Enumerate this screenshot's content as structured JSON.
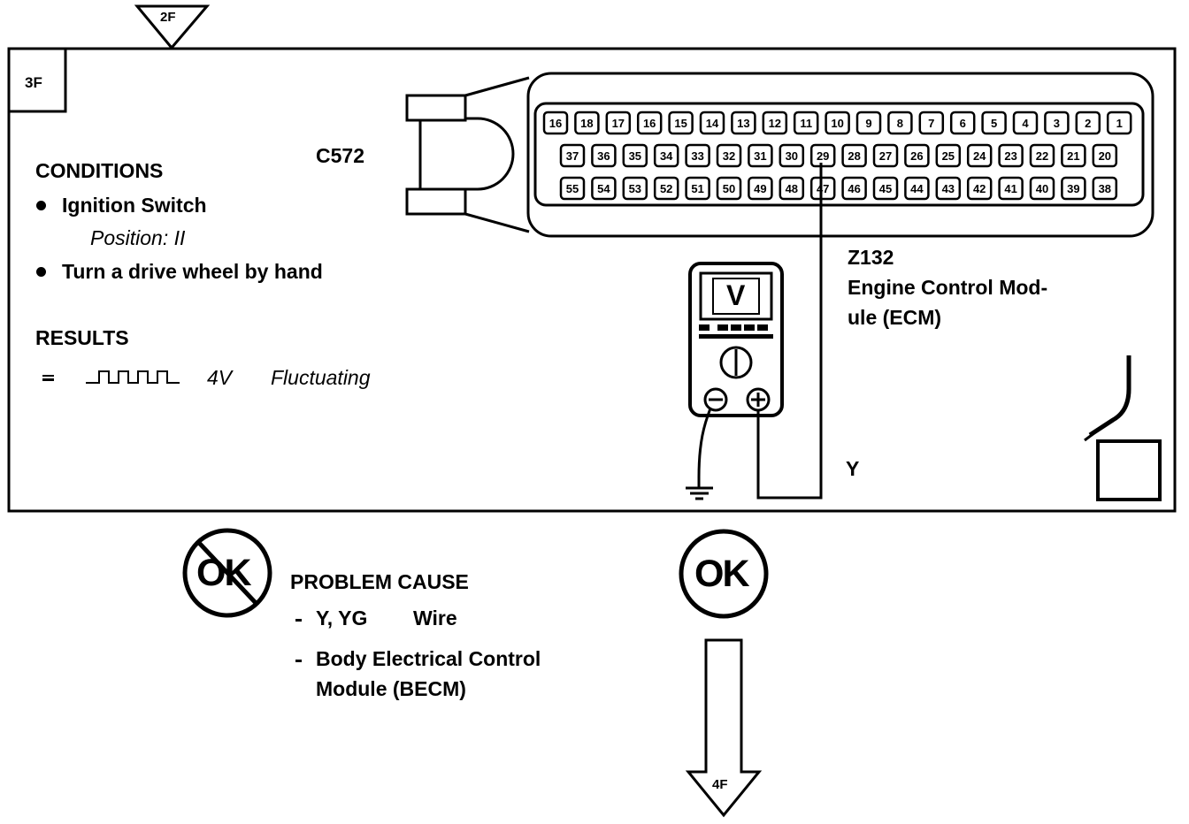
{
  "step_id": "3F",
  "prev_step": "2F",
  "next_step": "4F",
  "connector": "C572",
  "module": {
    "code": "Z132",
    "name_line1": "Engine Control Mod-",
    "name_line2": "ule (ECM)"
  },
  "meter": {
    "mode": "V",
    "probe_neg": "−",
    "probe_pos": "+"
  },
  "wire_color": "Y",
  "probed_pin": "29",
  "pins": {
    "row1": [
      "16",
      "18",
      "17",
      "16",
      "15",
      "14",
      "13",
      "12",
      "11",
      "10",
      "9",
      "8",
      "7",
      "6",
      "5",
      "4",
      "3",
      "2",
      "1"
    ],
    "row2": [
      "37",
      "36",
      "35",
      "34",
      "33",
      "32",
      "31",
      "30",
      "29",
      "28",
      "27",
      "26",
      "25",
      "24",
      "23",
      "22",
      "21",
      "20"
    ],
    "row3": [
      "55",
      "54",
      "53",
      "52",
      "51",
      "50",
      "49",
      "48",
      "47",
      "46",
      "45",
      "44",
      "43",
      "42",
      "41",
      "40",
      "39",
      "38"
    ]
  },
  "conditions": {
    "heading": "CONDITIONS",
    "item1": "Ignition Switch",
    "item1_detail": "Position: II",
    "item2": "Turn a drive wheel by hand"
  },
  "results": {
    "heading": "RESULTS",
    "value": "4V",
    "state": "Fluctuating"
  },
  "not_ok": {
    "badge": "OK",
    "heading": "PROBLEM CAUSE",
    "cause1_wire": "Y, YG",
    "cause1_label": "Wire",
    "cause2_line1": "Body Electrical Control",
    "cause2_line2": "Module (BECM)"
  },
  "ok": {
    "badge": "OK"
  }
}
